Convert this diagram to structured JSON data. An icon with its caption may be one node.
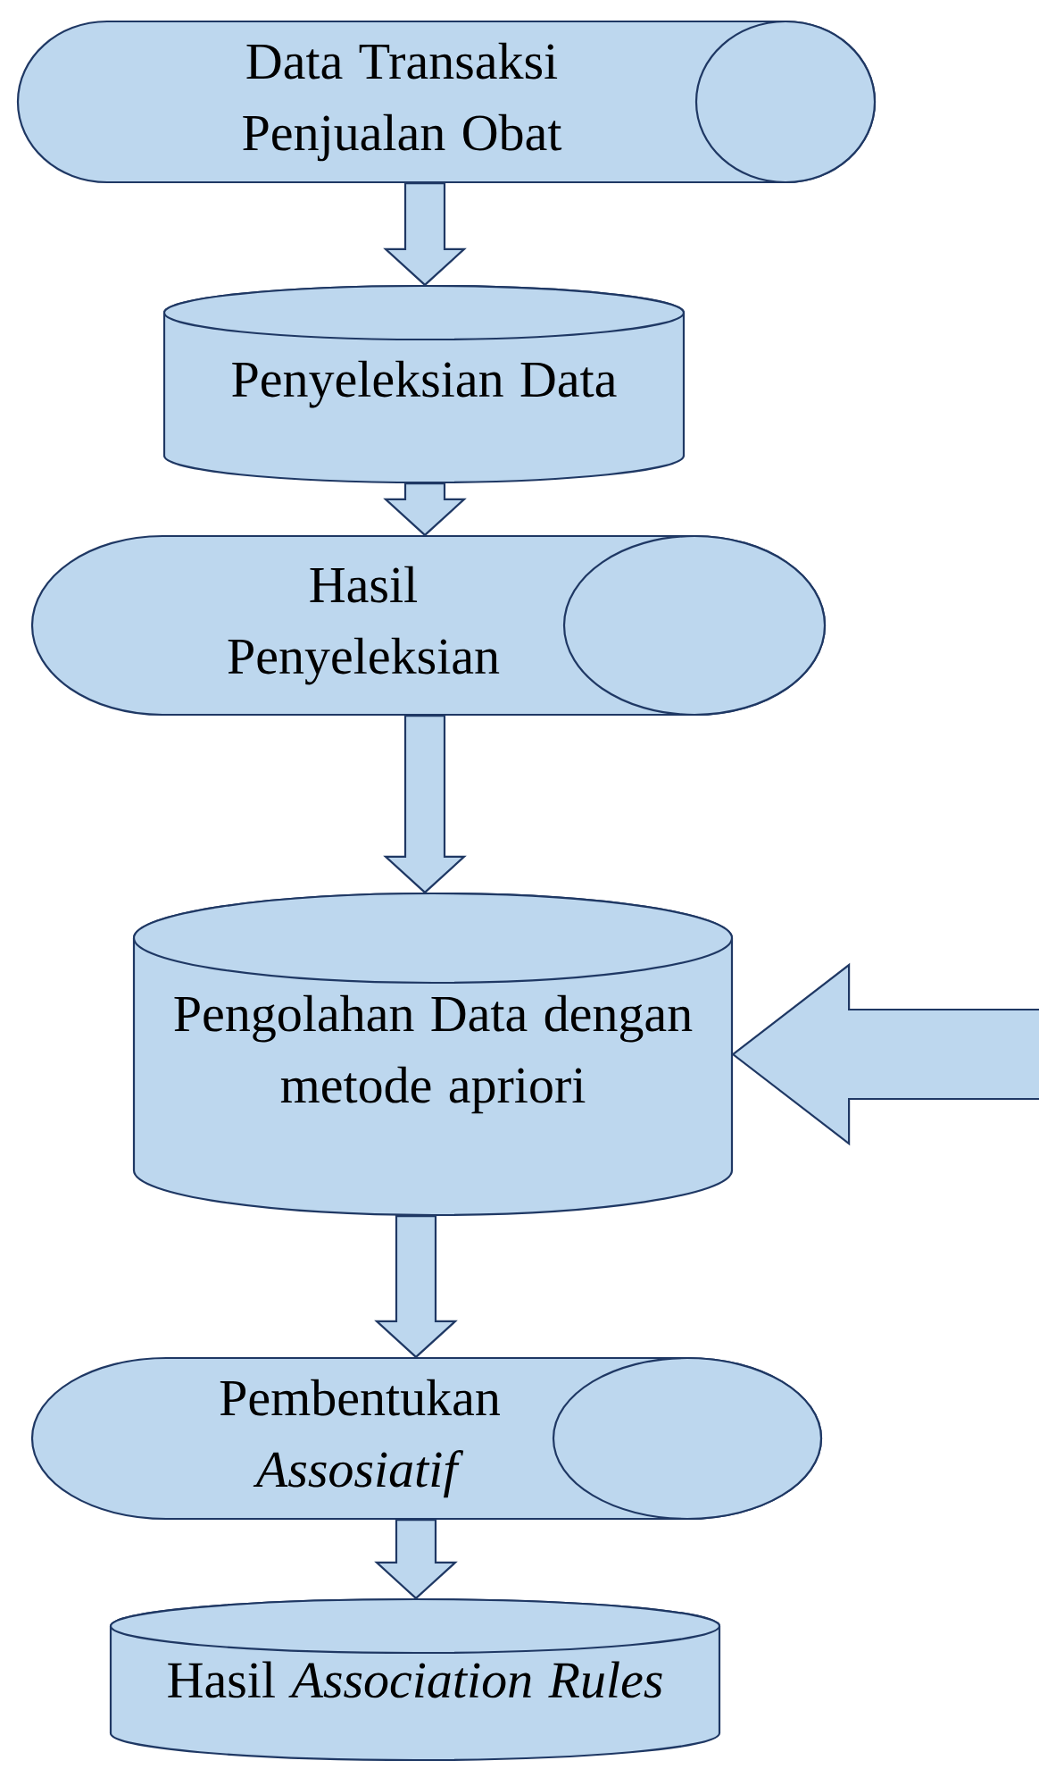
{
  "diagram": {
    "nodes": [
      {
        "text": [
          "Data Transaksi Penjualan Obat"
        ]
      },
      {
        "text": [
          "Penyeleksian Data"
        ]
      },
      {
        "text": [
          "Hasil Penyeleksian"
        ]
      },
      {
        "text": [
          "Pengolahan Data dengan metode apriori"
        ]
      },
      {
        "text": [
          "Pembentukan *Assosiatif*"
        ]
      },
      {
        "text": [
          "Hasil *Association Rules*"
        ]
      }
    ],
    "edges": [
      {
        "from": 0,
        "to": 1,
        "arrow": "to"
      },
      {
        "from": 1,
        "to": 2,
        "arrow": "to"
      },
      {
        "from": 2,
        "to": 3,
        "arrow": "to"
      },
      {
        "from": 3,
        "to": 4,
        "arrow": "to"
      },
      {
        "from": 4,
        "to": 5,
        "arrow": "to"
      },
      {
        "from": null,
        "to": 3,
        "arrow": "to"
      }
    ]
  }
}
